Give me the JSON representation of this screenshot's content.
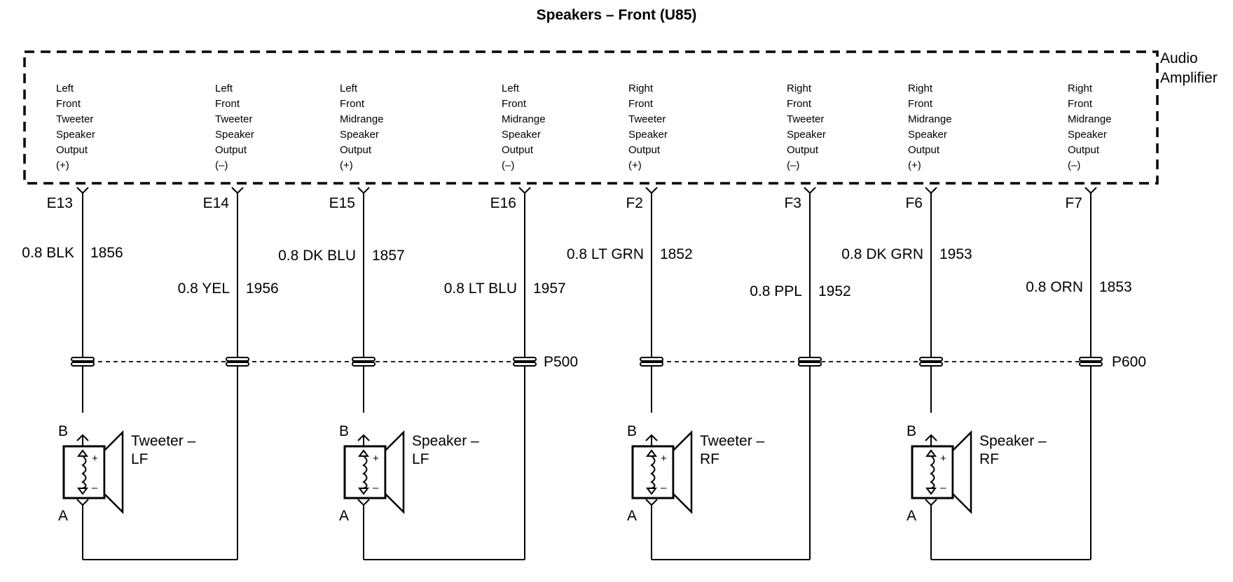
{
  "title": "Speakers – Front (U85)",
  "module": {
    "label_line1": "Audio",
    "label_line2": "Amplifier"
  },
  "pins": [
    {
      "terminal": "E13",
      "lines": [
        "Left",
        "Front",
        "Tweeter",
        "Speaker",
        "Output",
        "(+)"
      ],
      "gauge_color": "0.8 BLK",
      "circuit": "1856"
    },
    {
      "terminal": "E14",
      "lines": [
        "Left",
        "Front",
        "Tweeter",
        "Speaker",
        "Output",
        "(–)"
      ],
      "gauge_color": "0.8 YEL",
      "circuit": "1956"
    },
    {
      "terminal": "E15",
      "lines": [
        "Left",
        "Front",
        "Midrange",
        "Speaker",
        "Output",
        "(+)"
      ],
      "gauge_color": "0.8 DK BLU",
      "circuit": "1857"
    },
    {
      "terminal": "E16",
      "lines": [
        "Left",
        "Front",
        "Midrange",
        "Speaker",
        "Output",
        "(–)"
      ],
      "gauge_color": "0.8 LT BLU",
      "circuit": "1957"
    },
    {
      "terminal": "F2",
      "lines": [
        "Right",
        "Front",
        "Tweeter",
        "Speaker",
        "Output",
        "(+)"
      ],
      "gauge_color": "0.8 LT GRN",
      "circuit": "1852"
    },
    {
      "terminal": "F3",
      "lines": [
        "Right",
        "Front",
        "Tweeter",
        "Speaker",
        "Output",
        "(–)"
      ],
      "gauge_color": "0.8 PPL",
      "circuit": "1952"
    },
    {
      "terminal": "F6",
      "lines": [
        "Right",
        "Front",
        "Midrange",
        "Speaker",
        "Output",
        "(+)"
      ],
      "gauge_color": "0.8 DK GRN",
      "circuit": "1953"
    },
    {
      "terminal": "F7",
      "lines": [
        "Right",
        "Front",
        "Midrange",
        "Speaker",
        "Output",
        "(–)"
      ],
      "gauge_color": "0.8 ORN",
      "circuit": "1853"
    }
  ],
  "connectors": [
    "P500",
    "P600"
  ],
  "speakers": [
    {
      "line1": "Tweeter –",
      "line2": "LF",
      "pin_top": "B",
      "pin_bottom": "A"
    },
    {
      "line1": "Speaker –",
      "line2": "LF",
      "pin_top": "B",
      "pin_bottom": "A"
    },
    {
      "line1": "Tweeter –",
      "line2": "RF",
      "pin_top": "B",
      "pin_bottom": "A"
    },
    {
      "line1": "Speaker –",
      "line2": "RF",
      "pin_top": "B",
      "pin_bottom": "A"
    }
  ],
  "polarity": {
    "plus": "+",
    "minus": "–"
  }
}
